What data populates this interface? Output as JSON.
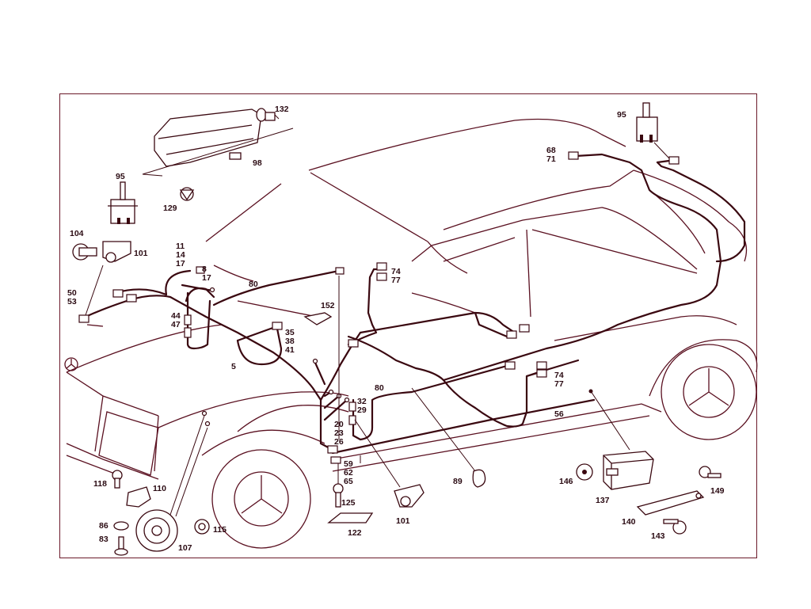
{
  "labels": {
    "l132": "132",
    "l98": "98",
    "l95a": "95",
    "l129": "129",
    "l104": "104",
    "l101a": "101",
    "l11": "11",
    "l14": "14",
    "l17a": "17",
    "l8": "8",
    "l17b": "17",
    "l80a": "80",
    "l50": "50",
    "l53": "53",
    "l152": "152",
    "l44": "44",
    "l47": "47",
    "l35": "35",
    "l38": "38",
    "l41": "41",
    "l5": "5",
    "l74a": "74",
    "l77a": "77",
    "l68": "68",
    "l71": "71",
    "l95b": "95",
    "l32": "32",
    "l29": "29",
    "l80b": "80",
    "l74b": "74",
    "l77b": "77",
    "l56": "56",
    "l20": "20",
    "l23": "23",
    "l26": "26",
    "l59": "59",
    "l62": "62",
    "l65": "65",
    "l125": "125",
    "l122": "122",
    "l101b": "101",
    "l89": "89",
    "l118": "118",
    "l110": "110",
    "l86": "86",
    "l83": "83",
    "l107": "107",
    "l115": "115",
    "l146": "146",
    "l137": "137",
    "l149": "149",
    "l140": "140",
    "l143": "143"
  },
  "colors": {
    "line": "#5a1020",
    "frame": "#6b1a2a"
  }
}
